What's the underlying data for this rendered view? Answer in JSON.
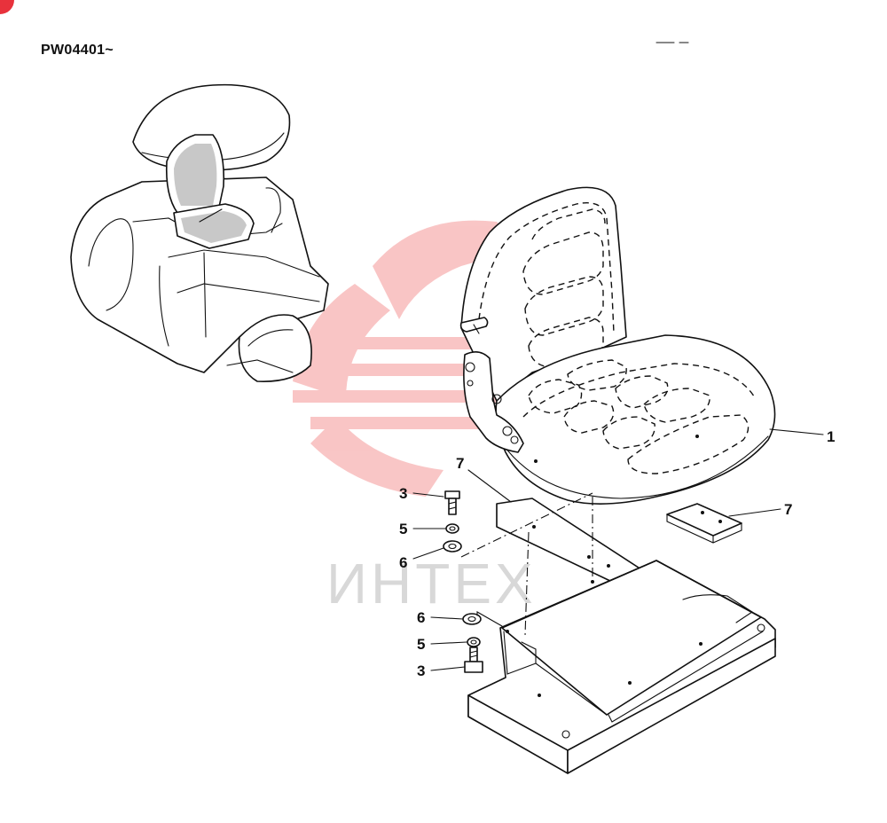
{
  "header": {
    "serial": "PW04401~"
  },
  "watermark": {
    "text": "ИНТЕХ",
    "color": "#f28080"
  },
  "callouts": [
    {
      "id": "c1",
      "label": "1"
    },
    {
      "id": "c7a",
      "label": "7"
    },
    {
      "id": "c7b",
      "label": "7"
    },
    {
      "id": "c3a",
      "label": "3"
    },
    {
      "id": "c5a",
      "label": "5"
    },
    {
      "id": "c6a",
      "label": "6"
    },
    {
      "id": "c6b",
      "label": "6"
    },
    {
      "id": "c5b",
      "label": "5"
    },
    {
      "id": "c3b",
      "label": "3"
    }
  ]
}
